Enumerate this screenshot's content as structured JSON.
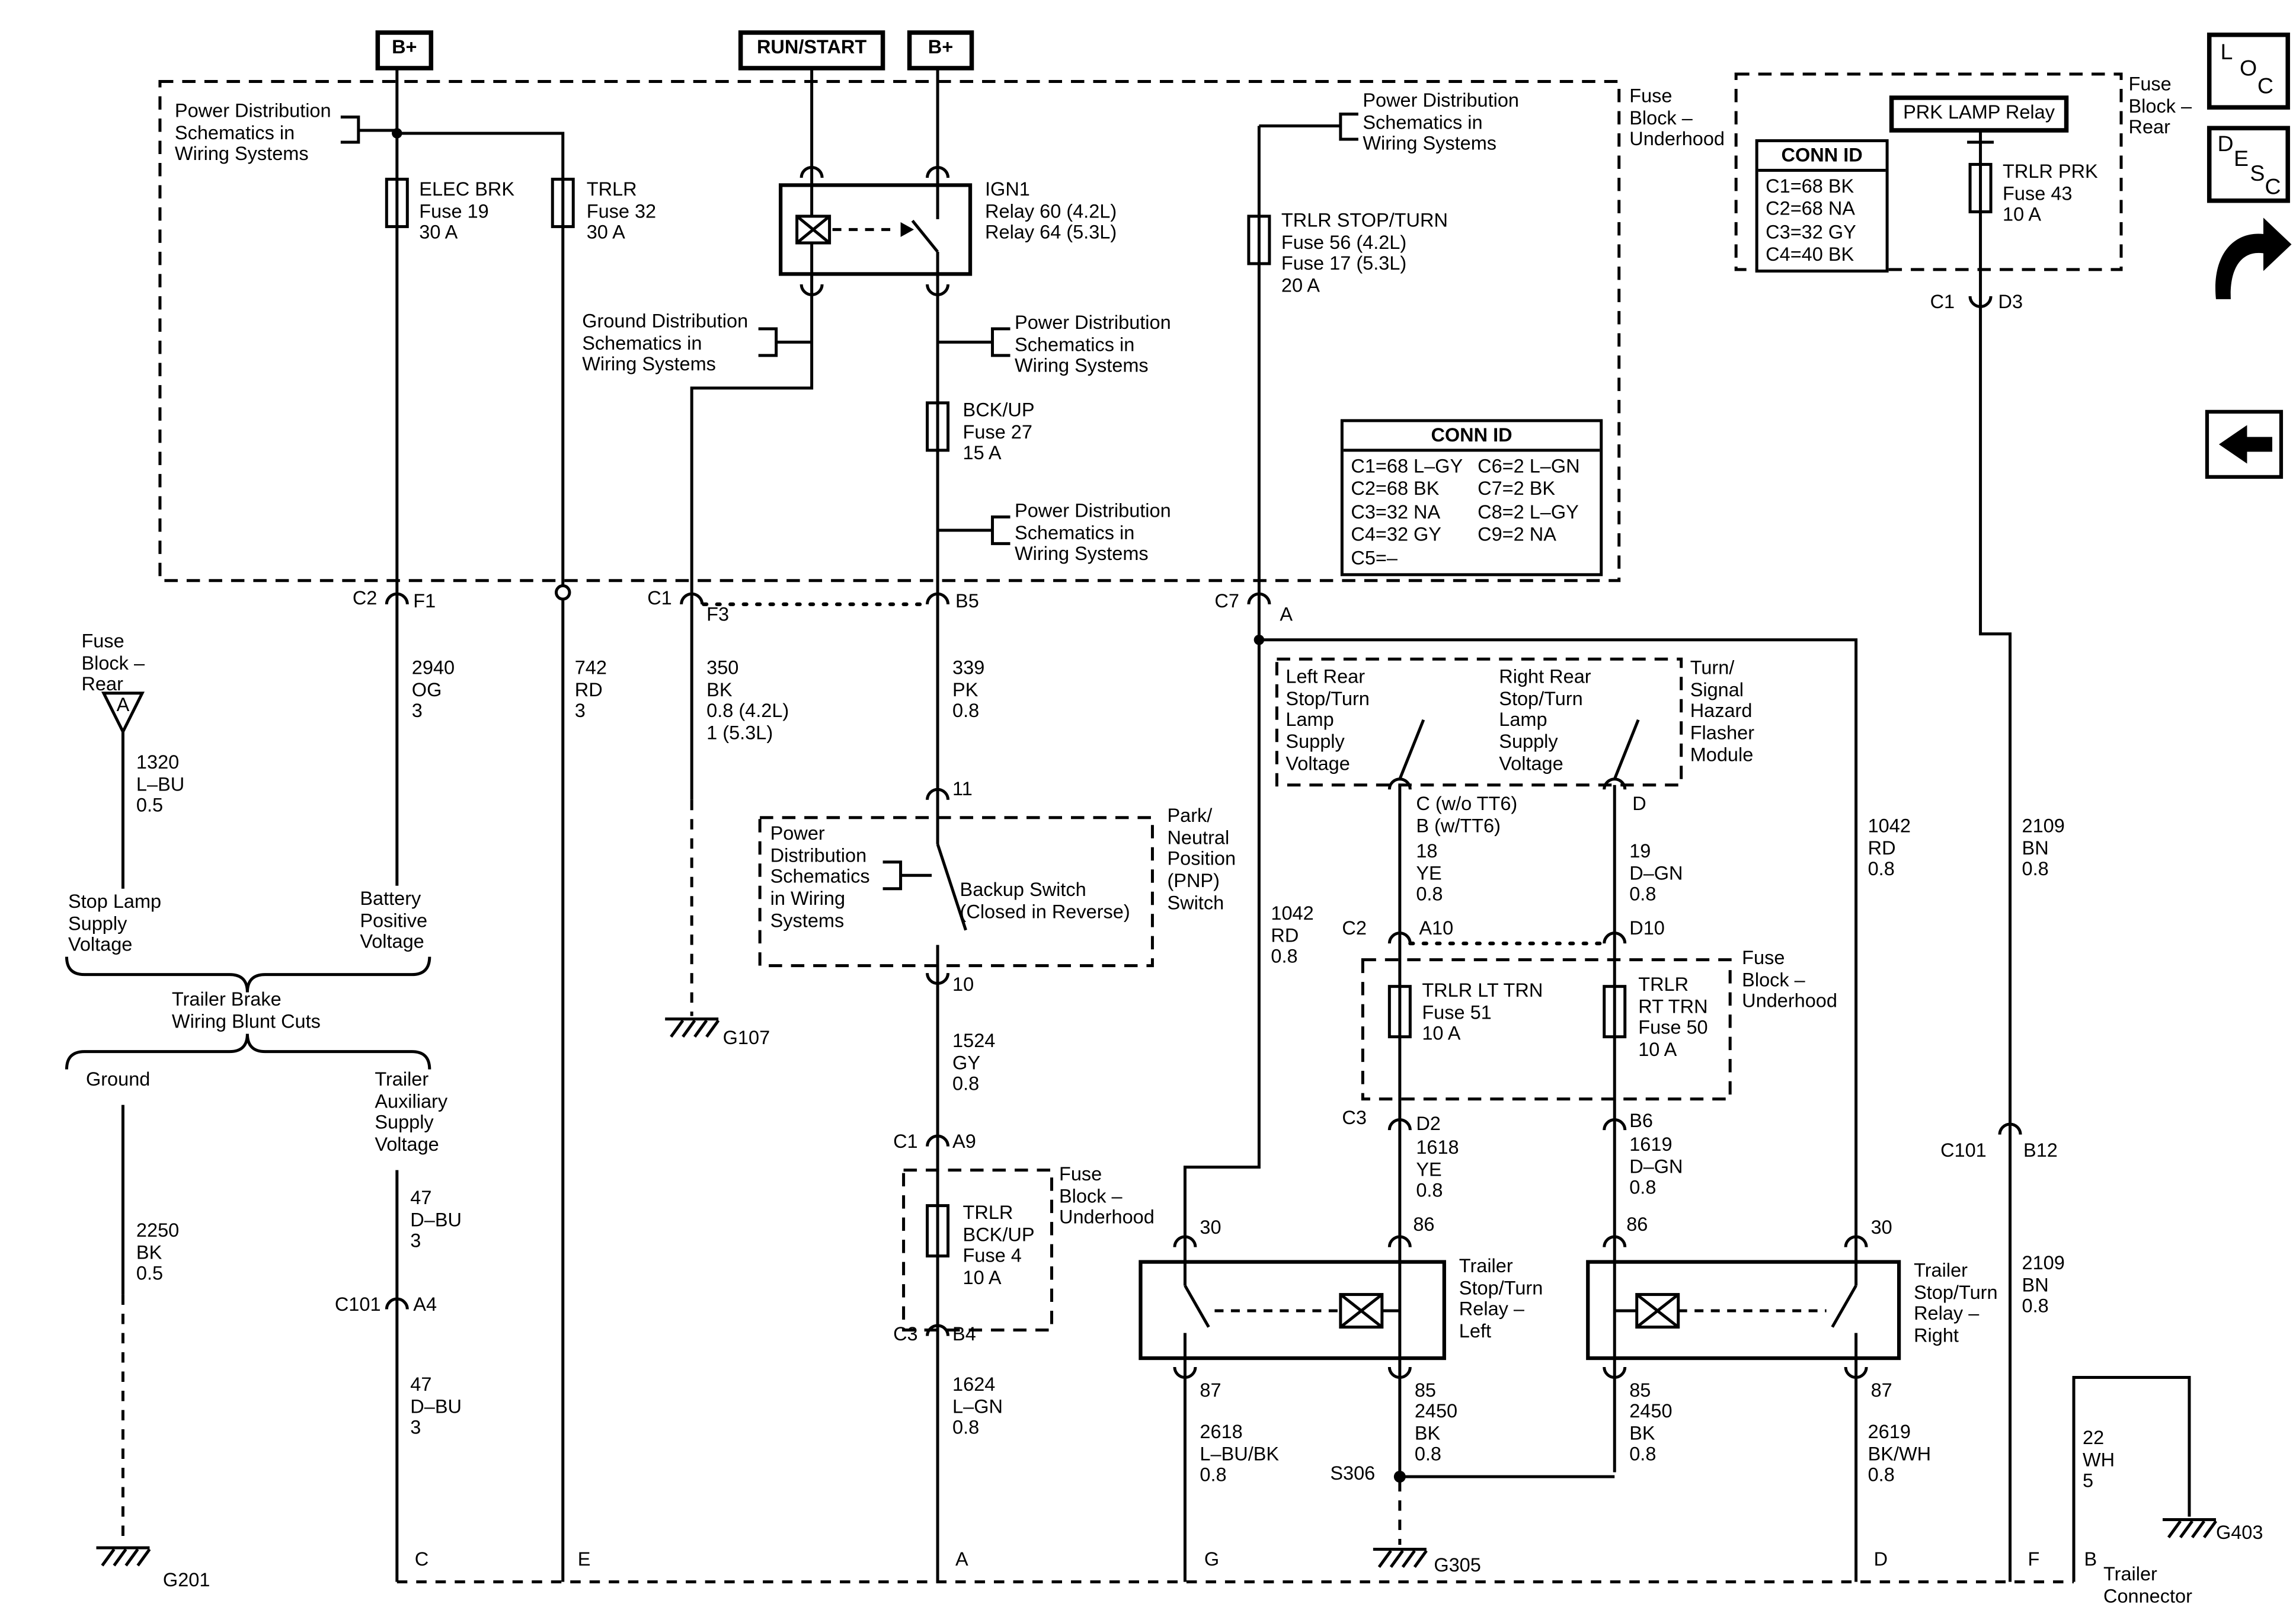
{
  "sources": {
    "b_plus_left": "B+",
    "run_start": "RUN/START",
    "b_plus_mid": "B+"
  },
  "icons": {
    "loc": [
      "L",
      "O",
      "C"
    ],
    "desc": [
      "D",
      "E",
      "S",
      "C"
    ]
  },
  "colors": {
    "line": "#000000",
    "background": "#ffffff"
  },
  "conn_id_underhood": {
    "title": "CONN ID",
    "col_left": [
      "C1=68 L–GY",
      "C2=68 BK",
      "C3=32 NA",
      "C4=32 GY",
      "C5=–"
    ],
    "col_right": [
      "C6=2 L–GN",
      "C7=2 BK",
      "C8=2 L–GY",
      "C9=2 NA"
    ]
  },
  "conn_id_rear": {
    "title": "CONN ID",
    "rows": [
      "C1=68 BK",
      "C2=68 NA",
      "C3=32 GY",
      "C4=40 BK"
    ]
  },
  "labels": {
    "power_dist_top_left": "Power Distribution\nSchematics in\nWiring Systems",
    "elec_brk_fuse": "ELEC BRK\nFuse 19\n30 A",
    "trlr_fuse_32": "TRLR\nFuse 32\n30 A",
    "ign1_relay": "IGN1\nRelay 60 (4.2L)\nRelay 64 (5.3L)",
    "power_dist_top_right": "Power Distribution\nSchematics in\nWiring Systems",
    "fuse_block_underhood_top": "Fuse\nBlock –\nUnderhood",
    "trlr_stop_turn_fuse": "TRLR STOP/TURN\nFuse 56 (4.2L)\nFuse 17 (5.3L)\n20 A",
    "ground_dist": "Ground Distribution\nSchematics in\nWiring Systems",
    "power_dist_mid_1": "Power Distribution\nSchematics in\nWiring Systems",
    "bck_up_fuse_27": "BCK/UP\nFuse 27\n15 A",
    "power_dist_mid_2": "Power Distribution\nSchematics in\nWiring Systems",
    "prk_lamp_relay": "PRK LAMP Relay",
    "trlr_prk_fuse": "TRLR PRK\nFuse 43\n10 A",
    "fuse_block_rear_right": "Fuse\nBlock –\nRear",
    "conn_c1_rear": "C1",
    "conn_d3": "D3",
    "fuse_block_rear_left": "Fuse\nBlock –\nRear",
    "triangle_a": "A",
    "wire_1320": "1320\nL–BU\n0.5",
    "stop_lamp_supply": "Stop Lamp\nSupply\nVoltage",
    "battery_positive": "Battery\nPositive\nVoltage",
    "trailer_brake_blunt": "Trailer Brake\nWiring Blunt Cuts",
    "ground_word": "Ground",
    "trailer_aux_supply": "Trailer\nAuxiliary\nSupply\nVoltage",
    "wire_2250": "2250\nBK\n0.5",
    "wire_47_upper": "47\nD–BU\n3",
    "conn_c101_left": "C101",
    "conn_a4": "A4",
    "wire_47_lower": "47\nD–BU\n3",
    "g201": "G201",
    "conn_c2": "C2",
    "conn_f1": "F1",
    "wire_2940": "2940\nOG\n3",
    "wire_742": "742\nRD\n3",
    "conn_c1_f3_c1": "C1",
    "conn_f3": "F3",
    "wire_350": "350\nBK\n0.8 (4.2L)\n1 (5.3L)",
    "conn_b5": "B5",
    "wire_339": "339\nPK\n0.8",
    "conn_c7": "C7",
    "conn_a_underhood": "A",
    "num_11": "11",
    "power_dist_backup": "Power\nDistribution\nSchematics\nin Wiring\nSystems",
    "backup_switch": "Backup Switch\n(Closed in Reverse)",
    "pnp_switch": "Park/\nNeutral\nPosition\n(PNP)\nSwitch",
    "num_10": "10",
    "wire_1524": "1524\nGY\n0.8",
    "conn_c1_a9_c1": "C1",
    "conn_a9": "A9",
    "trlr_bck_up_fuse": "TRLR\nBCK/UP\nFuse 4\n10 A",
    "fuse_block_underhood_mid": "Fuse\nBlock –\nUnderhood",
    "conn_c3_b4_c3": "C3",
    "conn_b4": "B4",
    "wire_1624": "1624\nL–GN\n0.8",
    "g107": "G107",
    "left_rear_stop_turn": "Left Rear\nStop/Turn\nLamp\nSupply\nVoltage",
    "right_rear_stop_turn": "Right Rear\nStop/Turn\nLamp\nSupply\nVoltage",
    "flasher_module": "Turn/\nSignal\nHazard\nFlasher\nModule",
    "conn_c_b_tt6": "C (w/o TT6)\nB (w/TT6)",
    "conn_d_flasher": "D",
    "wire_18": "18\nYE\n0.8",
    "wire_19": "19\nD–GN\n0.8",
    "conn_c2_a10_c2": "C2",
    "conn_a10": "A10",
    "conn_d10": "D10",
    "trlr_lt_trn_fuse": "TRLR LT TRN\nFuse 51\n10 A",
    "trlr_rt_trn_fuse": "TRLR\nRT TRN\nFuse 50\n10 A",
    "fuse_block_underhood_right": "Fuse\nBlock –\nUnderhood",
    "conn_c3_d2_c3": "C3",
    "conn_d2": "D2",
    "conn_b6": "B6",
    "wire_1618": "1618\nYE\n0.8",
    "wire_1619": "1619\nD–GN\n0.8",
    "wire_1042_left": "1042\nRD\n0.8",
    "wire_1042_right": "1042\nRD\n0.8",
    "term_30_left": "30",
    "term_86_left": "86",
    "term_87_left": "87",
    "term_85_left": "85",
    "term_30_right": "30",
    "term_86_right": "86",
    "term_87_right": "87",
    "term_85_right": "85",
    "relay_left": "Trailer\nStop/Turn\nRelay –\nLeft",
    "relay_right": "Trailer\nStop/Turn\nRelay –\nRight",
    "wire_2618": "2618\nL–BU/BK\n0.8",
    "wire_2450_left": "2450\nBK\n0.8",
    "wire_2450_right": "2450\nBK\n0.8",
    "wire_2619": "2619\nBK/WH\n0.8",
    "s306": "S306",
    "g305": "G305",
    "wire_2109_upper": "2109\nBN\n0.8",
    "conn_c101_right": "C101",
    "conn_b12": "B12",
    "wire_2109_lower": "2109\nBN\n0.8",
    "wire_22": "22\nWH\n5",
    "g403": "G403",
    "pin_c": "C",
    "pin_e": "E",
    "pin_a": "A",
    "pin_g": "G",
    "pin_d": "D",
    "pin_f": "F",
    "pin_b": "B",
    "trailer_connector": "Trailer\nConnector"
  }
}
